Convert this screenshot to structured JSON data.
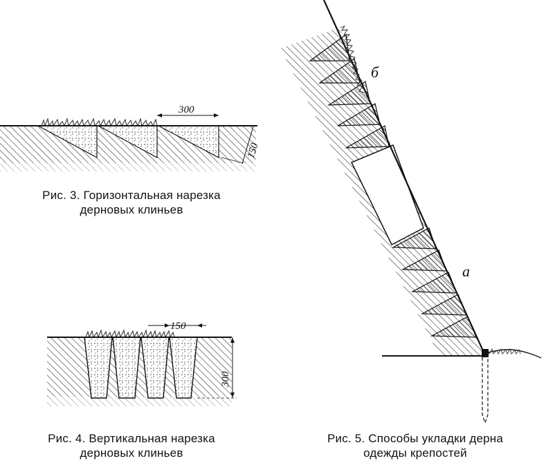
{
  "figure3": {
    "caption_line1": "Рис. 3. Горизонтальная нарезка",
    "caption_line2": "дерновых клиньев",
    "dim_width": "300",
    "dim_depth": "150"
  },
  "figure4": {
    "caption_line1": "Рис. 4. Вертикальная нарезка",
    "caption_line2": "дерновых клиньев",
    "dim_width": "150",
    "dim_depth": "300"
  },
  "figure5": {
    "caption_line1": "Рис. 5. Способы укладки дерна",
    "caption_line2": "одежды крепостей",
    "label_b": "б",
    "label_a": "а"
  }
}
